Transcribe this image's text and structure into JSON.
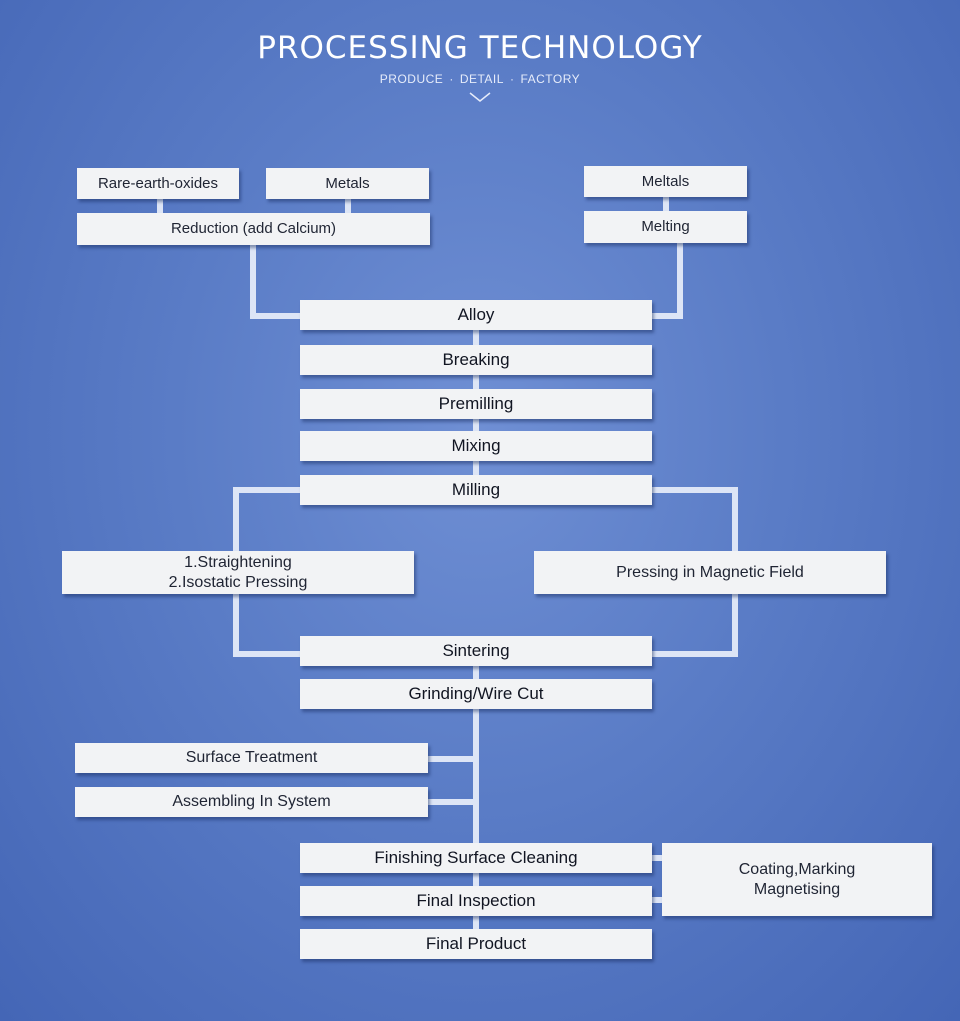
{
  "header": {
    "title": "PROCESSING TECHNOLOGY",
    "subtitle_items": [
      "PRODUCE",
      "DETAIL",
      "FACTORY"
    ]
  },
  "flow": {
    "rare_earth_oxides": "Rare-earth-oxides",
    "metals": "Metals",
    "reduction": "Reduction (add Calcium)",
    "meltals": "Meltals",
    "melting": "Melting",
    "alloy": "Alloy",
    "breaking": "Breaking",
    "premilling": "Premilling",
    "mixing": "Mixing",
    "milling": "Milling",
    "straightening": "1.Straightening",
    "isostatic_pressing": "2.Isostatic Pressing",
    "pressing_magnetic": "Pressing in Magnetic Field",
    "sintering": "Sintering",
    "grinding": "Grinding/Wire Cut",
    "surface_treatment": "Surface Treatment",
    "assembling": "Assembling In System",
    "finishing": "Finishing Surface Cleaning",
    "final_inspection": "Final Inspection",
    "final_product": "Final Product",
    "coating_marking": "Coating,Marking",
    "magnetising": "Magnetising"
  },
  "colors": {
    "background": "#5a7cc6",
    "box": "#f2f3f5",
    "connector": "#dde5f6",
    "text": "#1f2433"
  }
}
